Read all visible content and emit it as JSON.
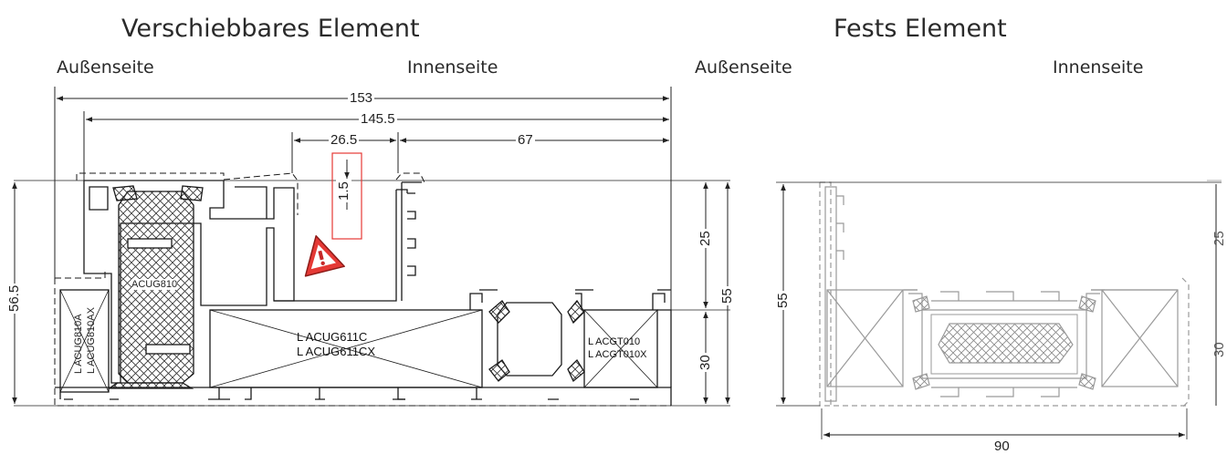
{
  "left": {
    "title": "Verschiebbares Element",
    "outside": "Außenseite",
    "inside": "Innenseite",
    "dims": {
      "w153": "153",
      "w145_5": "145.5",
      "w26_5": "26.5",
      "w67": "67",
      "v1_5": "1.5",
      "h25": "25",
      "h55": "55",
      "h30": "30",
      "h56_5": "56.5"
    },
    "labels": {
      "core": "ACUG810",
      "insertA": "L ACUG810A",
      "insertAX": "L ACUG810AX",
      "mid1": "L ACUG611C",
      "mid2": "L ACUG611CX",
      "right1": "L ACGT010",
      "right2": "L ACGT010X"
    }
  },
  "right": {
    "title": "Fests Element",
    "outside": "Außenseite",
    "inside": "Innenseite",
    "dims": {
      "h55": "55",
      "w90": "90",
      "r25": "25",
      "r30": "30"
    }
  },
  "colors": {
    "line": "#1a1a1a",
    "light": "#9a9a9a",
    "warning": "#e53935",
    "highlight_box": "#e53935"
  },
  "icons": [
    "warning-triangle-icon"
  ]
}
